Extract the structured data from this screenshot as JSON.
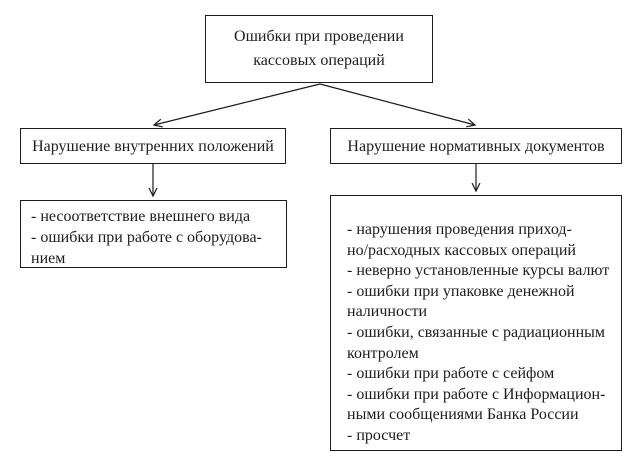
{
  "diagram": {
    "title": "Ошибки при проведении кассовых операций",
    "colors": {
      "line": "#1c1c1c",
      "text": "#1c1c1c",
      "background": "#ffffff"
    },
    "boxes": {
      "root": {
        "lines": [
          "Ошибки при проведении",
          "кассовых операций"
        ]
      },
      "branch_left": {
        "label": "Нарушение внутренних положений"
      },
      "branch_right": {
        "label": "Нарушение нормативных документов"
      },
      "details_left": {
        "lines": [
          "- несоответствие внешнего вида",
          "- ошибки при работе с оборудова-",
          "нием"
        ]
      },
      "details_right": {
        "lines": [
          "- нарушения проведения приход-",
          "но/расходных кассовых операций",
          "- неверно установленные курсы валют",
          "- ошибки при упаковке денежной",
          "наличности",
          "- ошибки, связанные с радиационным",
          "контролем",
          "- ошибки при работе с сейфом",
          "- ошибки при работе с Информацион-",
          "ными сообщениями Банка России",
          "- просчет"
        ]
      }
    }
  }
}
